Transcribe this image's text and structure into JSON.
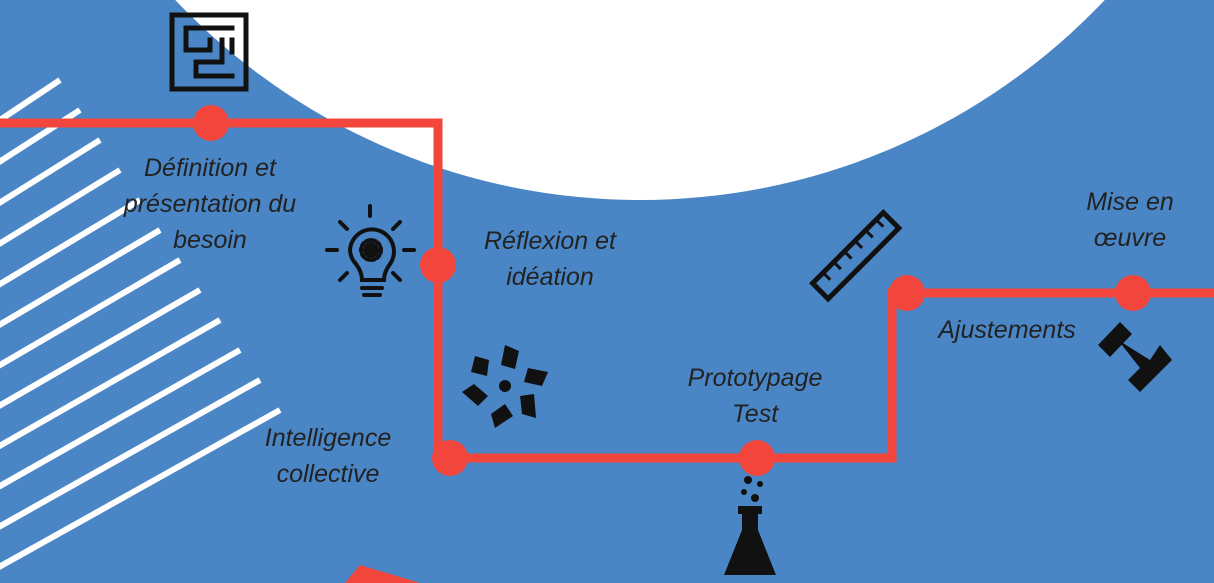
{
  "colors": {
    "background": "#4a86c5",
    "circle": "#ffffff",
    "path": "#f2463c",
    "icon": "#111111"
  },
  "steps": [
    {
      "lines": [
        "Définition et",
        "présentation du",
        "besoin"
      ],
      "icon": "maze-icon"
    },
    {
      "lines": [
        "Réflexion et",
        "idéation"
      ],
      "icon": "lightbulb-gear-icon"
    },
    {
      "lines": [
        "Intelligence",
        "collective"
      ],
      "icon": "hands-circle-icon"
    },
    {
      "lines": [
        "Prototypage",
        "Test"
      ],
      "icon": "flask-icon"
    },
    {
      "lines": [
        "Ajustements"
      ],
      "icon": "ruler-icon"
    },
    {
      "lines": [
        "Mise en",
        "œuvre"
      ],
      "icon": "plunger-icon"
    }
  ]
}
